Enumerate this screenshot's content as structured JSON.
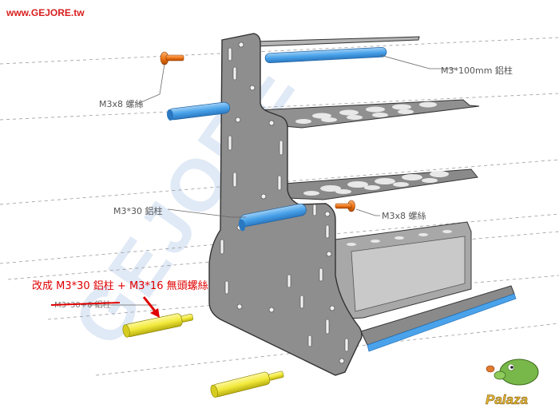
{
  "site_name": "www.GEJORE.tw",
  "watermark": "GEJORE",
  "logo_text": "Palaza",
  "labels": {
    "m3x100": "M3*100mm 鋁柱",
    "m3x8_top": "M3x8 螺絲",
    "m3x30": "M3*30 鋁柱",
    "m3x8_right": "M3x8 螺絲",
    "old_part": "M3*30+6 鋁柱",
    "change_note": "改成 M3*30 鋁柱 + M3*16 無頭螺絲"
  },
  "colors": {
    "panel": "#8e8e8e",
    "panel_edge": "#333333",
    "standoff_blue": "#4aa3ea",
    "standoff_yellow": "#f2ea3c",
    "screw_orange": "#f07818",
    "note_red": "#e00000"
  }
}
